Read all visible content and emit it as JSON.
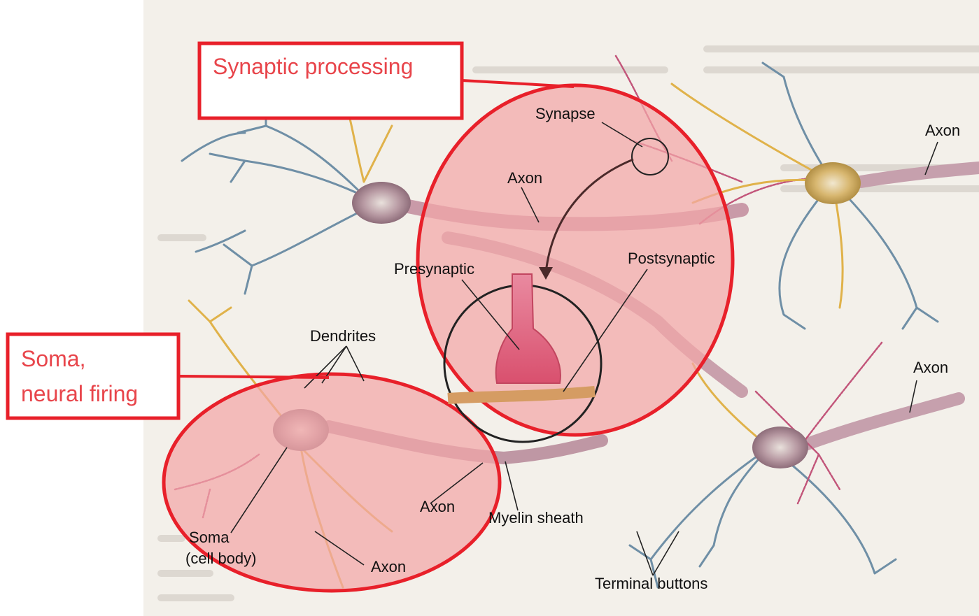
{
  "colors": {
    "callout_red": "#e8202a",
    "callout_text": "#e8454b",
    "highlight_fill": "#f2a6a8",
    "paper": "#f3f0ea",
    "axon_pink": "#c98a9a",
    "dendrite_yellow": "#e0b24a",
    "dendrite_blue": "#6f8fa6",
    "dendrite_magenta": "#c2557a"
  },
  "callouts": {
    "synaptic": "Synaptic processing",
    "soma_line1": "Soma,",
    "soma_line2": "neural firing"
  },
  "labels": {
    "synapse": "Synapse",
    "axon_top": "Axon",
    "axon_right_top": "Axon",
    "axon_right_mid": "Axon",
    "presynaptic": "Presynaptic",
    "postsynaptic": "Postsynaptic",
    "dendrites": "Dendrites",
    "axon_bottom": "Axon",
    "myelin": "Myelin sheath",
    "soma": "Soma",
    "cell_body": "(cell body)",
    "axon_lower": "Axon",
    "terminal": "Terminal buttons"
  }
}
